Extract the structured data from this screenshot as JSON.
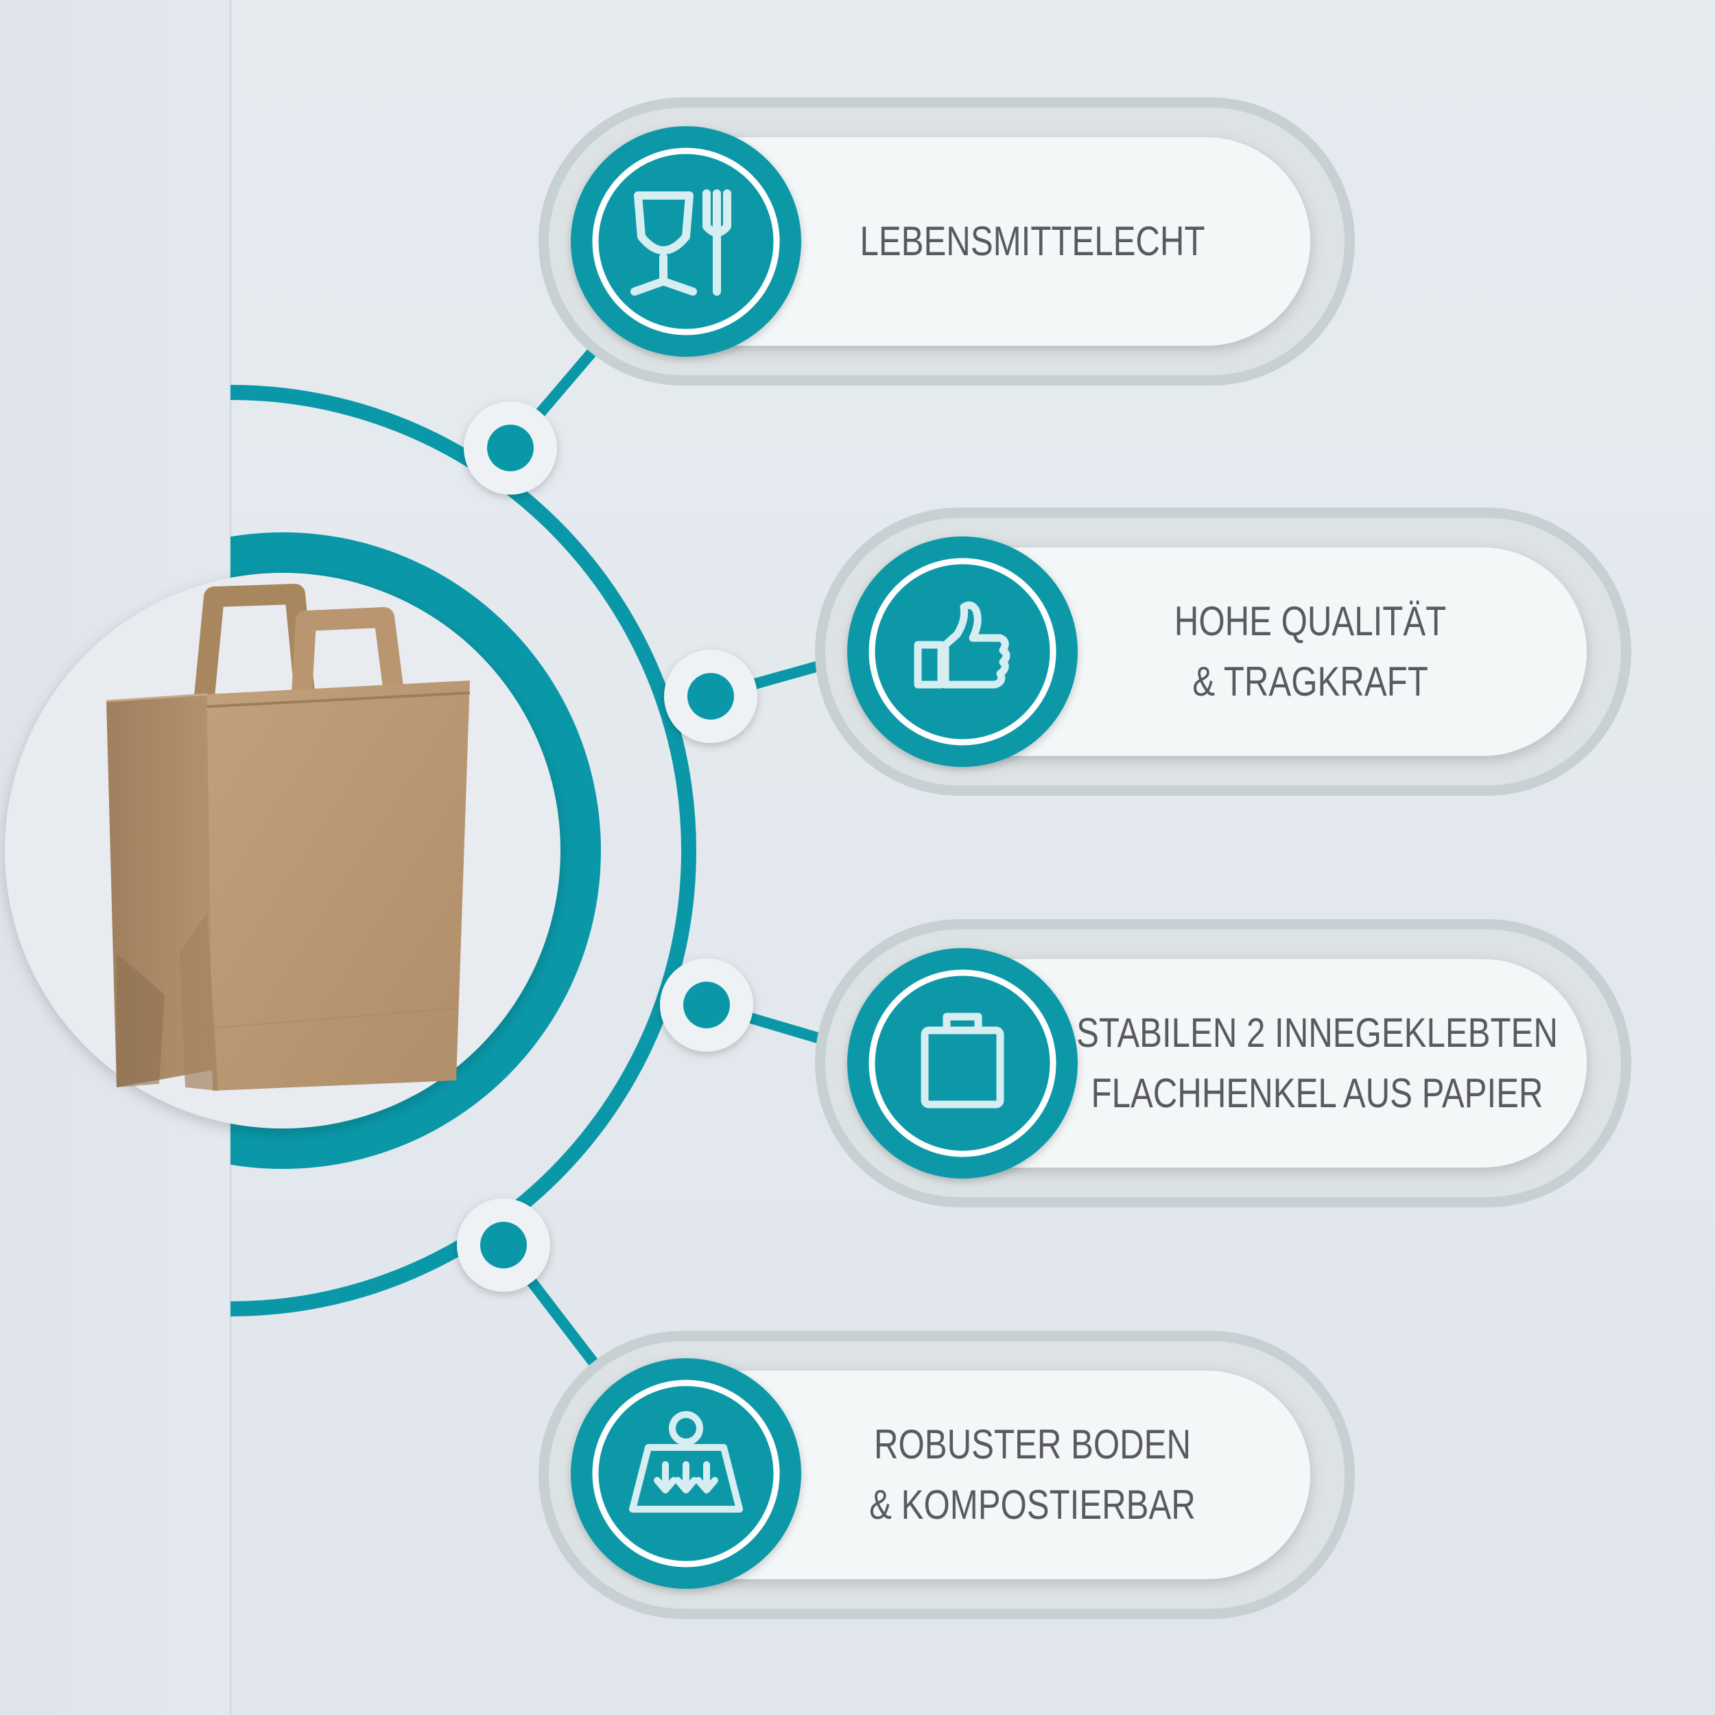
{
  "colors": {
    "accent": "#0a98a8",
    "card": "#f4f7f8",
    "card_ring": "#c9d1d3",
    "text": "#5a5a5e",
    "background": "#e3e8ee"
  },
  "features": [
    {
      "icon": "food-safe-icon",
      "lines": [
        "LEBENSMITTELECHT"
      ]
    },
    {
      "icon": "thumbs-up-icon",
      "lines": [
        "HOHE QUALITÄT",
        "& TRAGKRAFT"
      ]
    },
    {
      "icon": "bag-handle-icon",
      "lines": [
        "STABILEN 2 INNEGEKLEBTEN",
        "FLACHHENKEL AUS PAPIER"
      ]
    },
    {
      "icon": "weight-icon",
      "lines": [
        "ROBUSTER BODEN",
        "& KOMPOSTIERBAR"
      ]
    }
  ]
}
